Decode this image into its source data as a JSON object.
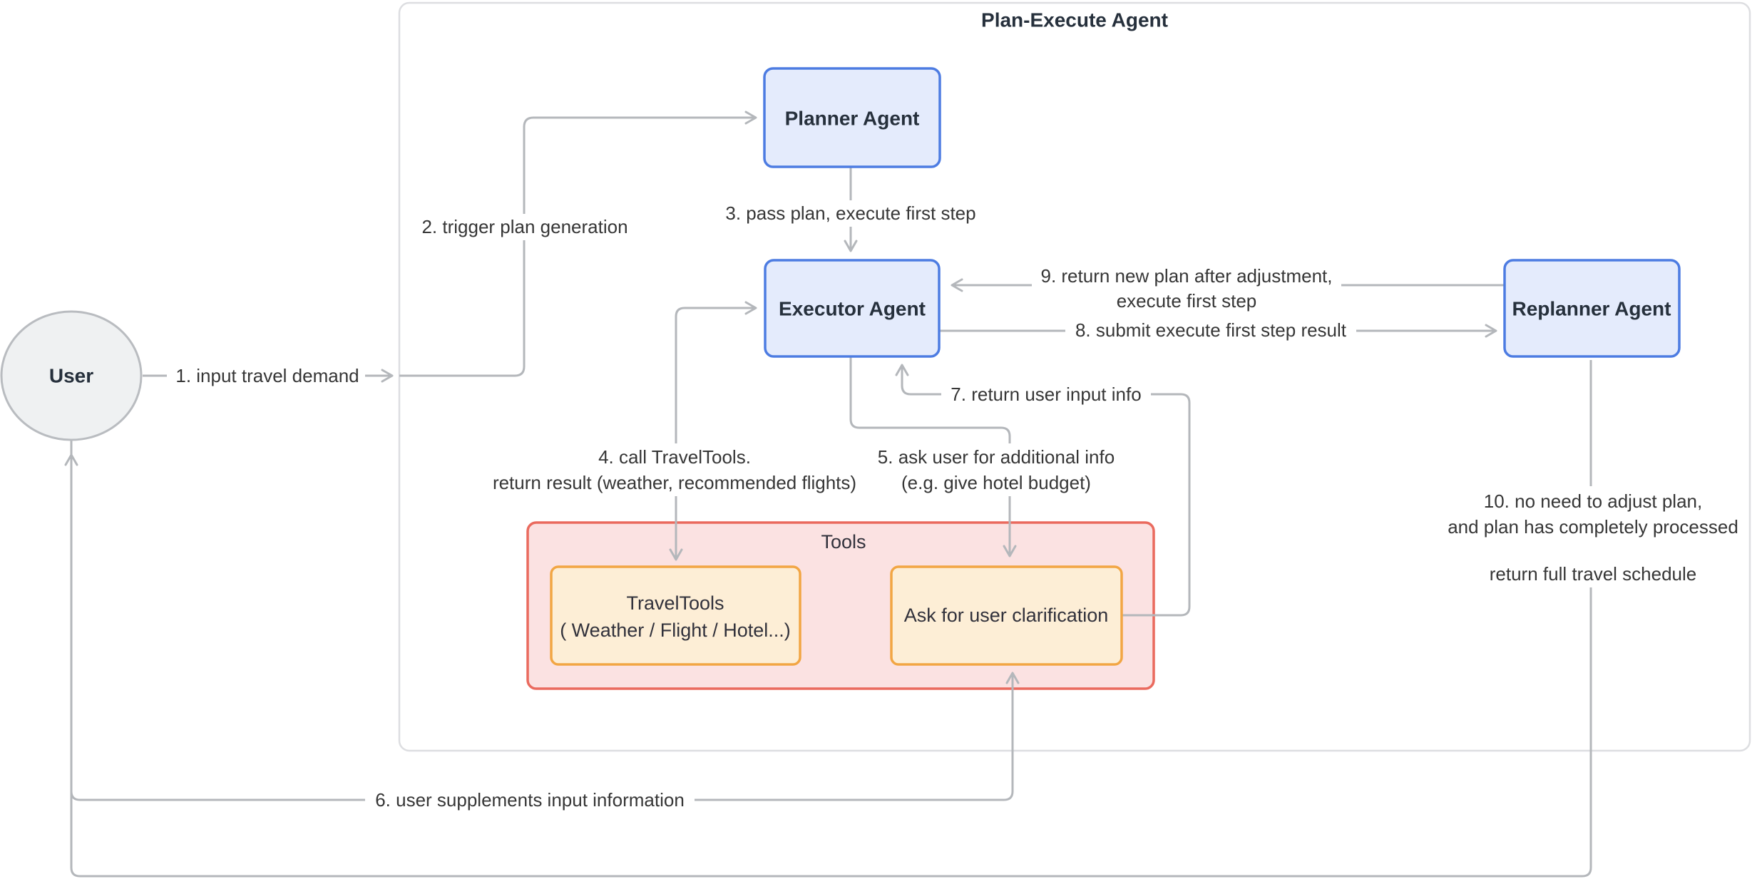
{
  "diagram": {
    "title": "Plan-Execute Agent",
    "nodes": {
      "user": {
        "label": "User"
      },
      "planner": {
        "label": "Planner Agent"
      },
      "executor": {
        "label": "Executor Agent"
      },
      "replanner": {
        "label": "Replanner Agent"
      },
      "tools_group": {
        "label": "Tools"
      },
      "travel_tools": {
        "line1": "TravelTools",
        "line2": "( Weather / Flight / Hotel...)"
      },
      "ask_clarification": {
        "label": "Ask for user clarification"
      }
    },
    "edges": {
      "e1": {
        "label": "1. input travel demand"
      },
      "e2": {
        "label": "2. trigger plan generation"
      },
      "e3": {
        "label": "3. pass plan, execute first step"
      },
      "e4": {
        "line1": "4. call TravelTools.",
        "line2": "return result (weather, recommended flights)"
      },
      "e5": {
        "line1": "5. ask user for additional info",
        "line2": "(e.g. give hotel budget)"
      },
      "e6": {
        "label": "6. user supplements input information"
      },
      "e7": {
        "label": "7. return user input info"
      },
      "e8": {
        "label": "8. submit execute first step result"
      },
      "e9": {
        "line1": "9. return new plan after adjustment,",
        "line2": "execute first step"
      },
      "e10": {
        "line1": "10. no need to adjust plan,",
        "line2": "and plan has completely processed",
        "line3": "return full travel schedule"
      }
    },
    "colors": {
      "agent_fill": "#e4ebfc",
      "agent_border": "#4d7ce2",
      "tools_fill": "#fbe2e2",
      "tools_border": "#ea6a5e",
      "tool_fill": "#fdeed6",
      "tool_border": "#f2a644",
      "user_fill": "#eff1f2",
      "user_border": "#b9bcc0",
      "edge": "#b4b7bb",
      "container_border": "#dddee1",
      "text": "#363636",
      "node_text": "#26303c"
    }
  }
}
